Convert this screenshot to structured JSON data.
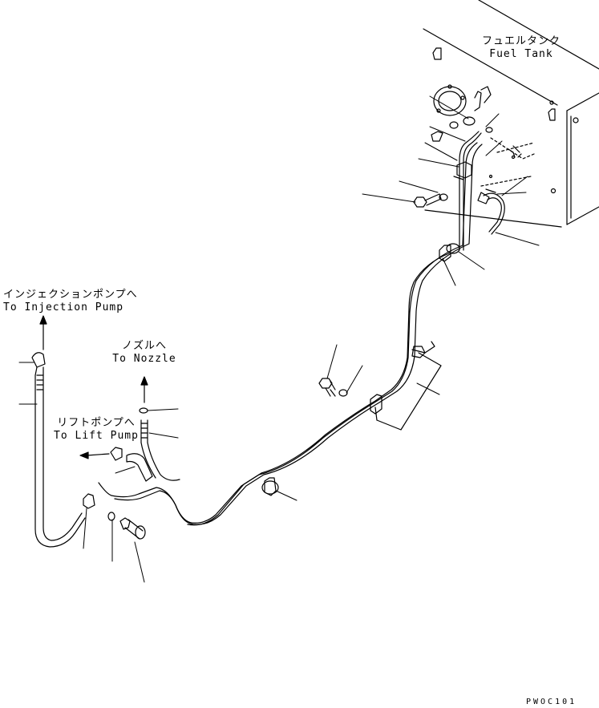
{
  "labels": {
    "fuel_tank_jp": "フュエルタンク",
    "fuel_tank_en": "Fuel Tank",
    "injection_pump_jp": "インジェクションポンプへ",
    "injection_pump_en": "To Injection Pump",
    "nozzle_jp": "ノズルへ",
    "nozzle_en": "To Nozzle",
    "lift_pump_jp": "リフトポンプへ",
    "lift_pump_en": "To Lift Pump",
    "drawing_code": "PWOC101"
  },
  "colors": {
    "line": "#000000",
    "background": "#ffffff"
  }
}
